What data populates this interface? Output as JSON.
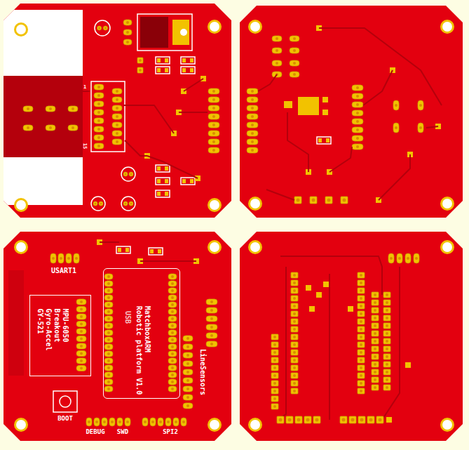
{
  "diagram": {
    "nodes": [
      {
        "text": [
          "MPU-6050 Breakout Gyro-Accel GY-521"
        ]
      },
      {
        "text": [
          "MatchboxARM",
          "Robotic platform V1.0"
        ]
      }
    ],
    "labels": [
      "1",
      "15",
      "USART1",
      "USB",
      "LineSensors",
      "BOOT",
      "DEBUG",
      "SWD",
      "SPI2"
    ]
  }
}
